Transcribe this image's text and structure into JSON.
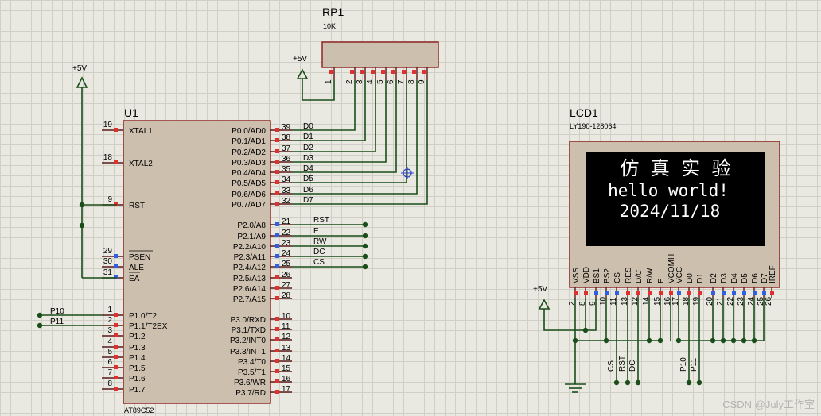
{
  "u1": {
    "ref": "U1",
    "part": "AT89C52",
    "left_pins": [
      {
        "num": "19",
        "name": "XTAL1"
      },
      {
        "num": "18",
        "name": "XTAL2"
      },
      {
        "num": "9",
        "name": "RST"
      },
      {
        "num": "29",
        "name": "PSEN"
      },
      {
        "num": "30",
        "name": "ALE"
      },
      {
        "num": "31",
        "name": "EA"
      },
      {
        "num": "1",
        "name": "P1.0/T2"
      },
      {
        "num": "2",
        "name": "P1.1/T2EX"
      },
      {
        "num": "3",
        "name": "P1.2"
      },
      {
        "num": "4",
        "name": "P1.3"
      },
      {
        "num": "5",
        "name": "P1.4"
      },
      {
        "num": "6",
        "name": "P1.5"
      },
      {
        "num": "7",
        "name": "P1.6"
      },
      {
        "num": "8",
        "name": "P1.7"
      }
    ],
    "right_pins": [
      {
        "num": "39",
        "name": "P0.0/AD0"
      },
      {
        "num": "38",
        "name": "P0.1/AD1"
      },
      {
        "num": "37",
        "name": "P0.2/AD2"
      },
      {
        "num": "36",
        "name": "P0.3/AD3"
      },
      {
        "num": "35",
        "name": "P0.4/AD4"
      },
      {
        "num": "34",
        "name": "P0.5/AD5"
      },
      {
        "num": "33",
        "name": "P0.6/AD6"
      },
      {
        "num": "32",
        "name": "P0.7/AD7"
      },
      {
        "num": "21",
        "name": "P2.0/A8"
      },
      {
        "num": "22",
        "name": "P2.1/A9"
      },
      {
        "num": "23",
        "name": "P2.2/A10"
      },
      {
        "num": "24",
        "name": "P2.3/A11"
      },
      {
        "num": "25",
        "name": "P2.4/A12"
      },
      {
        "num": "26",
        "name": "P2.5/A13"
      },
      {
        "num": "27",
        "name": "P2.6/A14"
      },
      {
        "num": "28",
        "name": "P2.7/A15"
      },
      {
        "num": "10",
        "name": "P3.0/RXD"
      },
      {
        "num": "11",
        "name": "P3.1/TXD"
      },
      {
        "num": "12",
        "name": "P3.2/INT0"
      },
      {
        "num": "13",
        "name": "P3.3/INT1"
      },
      {
        "num": "14",
        "name": "P3.4/T0"
      },
      {
        "num": "15",
        "name": "P3.5/T1"
      },
      {
        "num": "16",
        "name": "P3.6/WR"
      },
      {
        "num": "17",
        "name": "P3.7/RD"
      }
    ]
  },
  "rp1": {
    "ref": "RP1",
    "value": "10K",
    "pins": [
      "1",
      "2",
      "3",
      "4",
      "5",
      "6",
      "7",
      "8",
      "9"
    ]
  },
  "lcd1": {
    "ref": "LCD1",
    "model": "LY190-128064",
    "screen_lines": [
      "仿 真 实 验",
      "hello world!",
      "2024/11/18"
    ],
    "pin_names": [
      "VSS",
      "VDD",
      "BS1",
      "BS2",
      "CS",
      "RES",
      "D/C",
      "R/W",
      "E",
      "VCOMH",
      "VCC",
      "D0",
      "D1",
      "D2",
      "D3",
      "D4",
      "D5",
      "D6",
      "D7",
      "IREF"
    ],
    "pin_nums": [
      "2",
      "8",
      "9",
      "10",
      "11",
      "13",
      "12",
      "14",
      "15",
      "16",
      "17",
      "18",
      "19",
      "20",
      "21",
      "22",
      "23",
      "24",
      "25",
      "26"
    ]
  },
  "nets": {
    "p0": [
      "D0",
      "D1",
      "D2",
      "D3",
      "D4",
      "D5",
      "D6",
      "D7"
    ],
    "p2": [
      "RST",
      "E",
      "RW",
      "DC",
      "CS"
    ],
    "p1": [
      "P10",
      "P11"
    ],
    "lcd_bottom": [
      "CS",
      "RST",
      "DC",
      "P10",
      "P11"
    ]
  },
  "power": {
    "vcc_label": "+5V"
  },
  "watermark": "CSDN @July工作室"
}
